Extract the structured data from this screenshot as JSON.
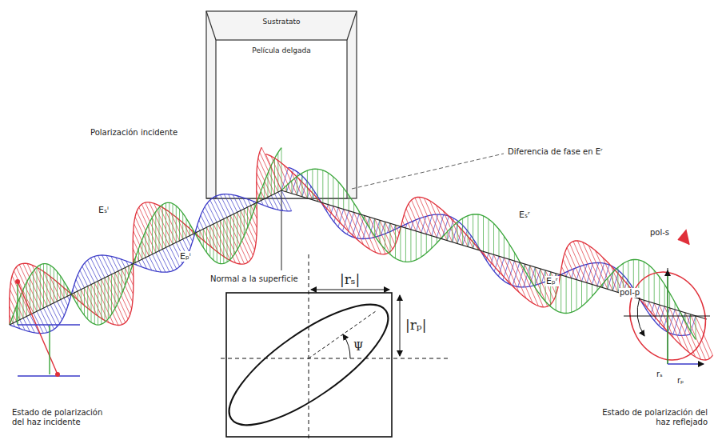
{
  "diagram": {
    "nodes": [
      {
        "text": [
          "Sustratato"
        ]
      },
      {
        "text": [
          "Película delgada"
        ],
        "in": 0
      }
    ],
    "labels": [
      "Polarización incidente",
      "Diferencia de fase en Eʳ",
      "Eₛⁱ",
      "Eₚⁱ",
      "Normal a la superficie",
      "Eₛʳ",
      "Eₚʳ",
      "pol-s",
      "pol-p",
      "|rₛ|",
      "|rₚ|",
      "Ψ",
      "rₛ",
      "rₚ",
      "Estado de polarización del haz incidente",
      "Estado de polarización del haz reflejado"
    ]
  }
}
